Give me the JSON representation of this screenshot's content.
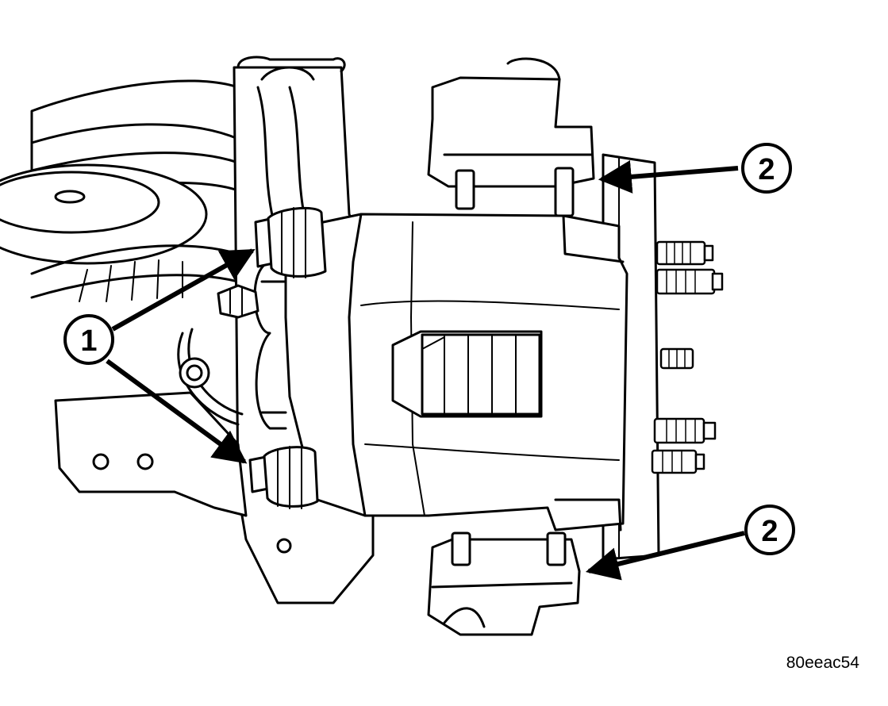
{
  "callouts": [
    {
      "label": "1"
    },
    {
      "label": "2"
    },
    {
      "label": "2"
    }
  ],
  "figure_id": "80eeac54"
}
